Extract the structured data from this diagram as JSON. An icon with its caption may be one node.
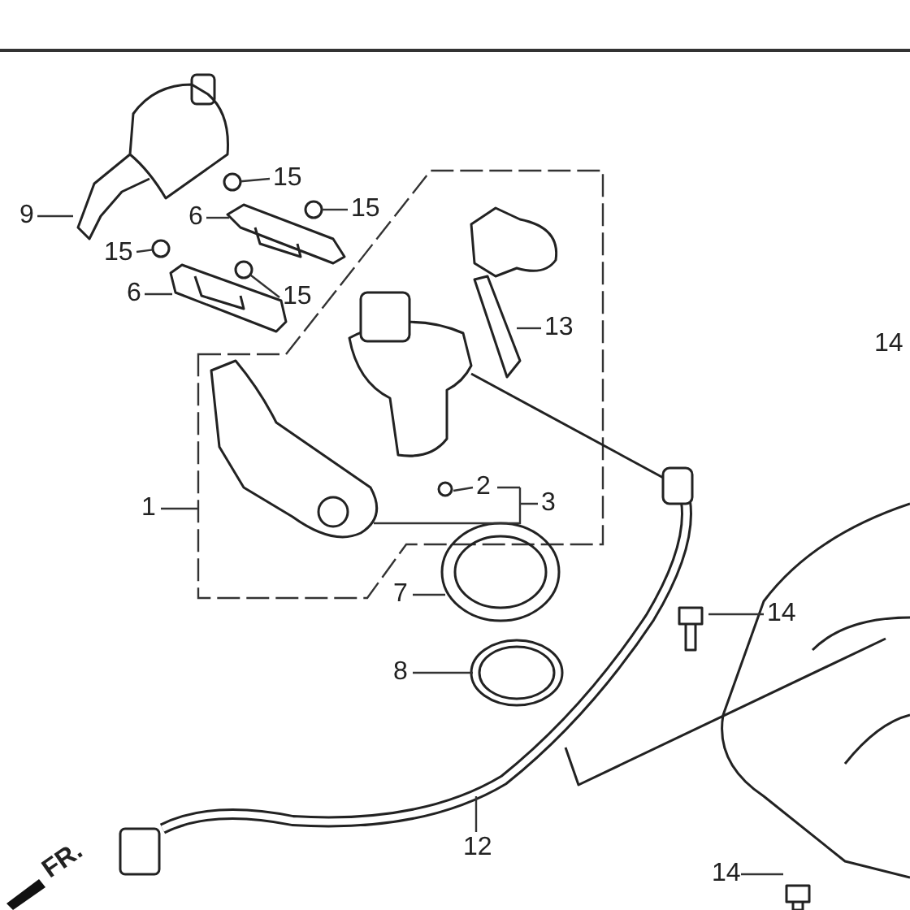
{
  "diagram": {
    "nodes": [
      {
        "text": [
          "15"
        ]
      },
      {
        "text": [
          "9"
        ]
      },
      {
        "text": [
          "6"
        ]
      },
      {
        "text": [
          "15"
        ]
      },
      {
        "text": [
          "15"
        ]
      },
      {
        "text": [
          "6"
        ]
      },
      {
        "text": [
          "15"
        ]
      },
      {
        "text": [
          "13"
        ]
      },
      {
        "text": [
          "1"
        ]
      },
      {
        "text": [
          "2"
        ]
      },
      {
        "text": [
          "3"
        ]
      },
      {
        "text": [
          "7"
        ]
      },
      {
        "text": [
          "14"
        ]
      },
      {
        "text": [
          "8"
        ]
      },
      {
        "text": [
          "12"
        ]
      },
      {
        "text": [
          "14"
        ]
      },
      {
        "text": [],
        "shape": "circle"
      },
      {
        "text": [],
        "shape": "circle"
      },
      {
        "text": [],
        "shape": "circle"
      },
      {
        "text": [],
        "shape": "circle"
      }
    ],
    "edges": [
      {
        "from": 0,
        "to": 16,
        "arrow": "none"
      },
      {
        "from": 1,
        "to": null,
        "arrow": "none"
      },
      {
        "from": 2,
        "to": null,
        "arrow": "none"
      },
      {
        "from": 3,
        "to": 17,
        "arrow": "none"
      },
      {
        "from": 4,
        "to": 18,
        "arrow": "none"
      },
      {
        "from": 5,
        "to": null,
        "arrow": "none"
      },
      {
        "from": 6,
        "to": 19,
        "arrow": "none"
      },
      {
        "from": 7,
        "to": null,
        "arrow": "none"
      },
      {
        "from": 8,
        "to": null,
        "arrow": "none"
      },
      {
        "from": 9,
        "to": null,
        "arrow": "none"
      },
      {
        "from": 10,
        "to": null,
        "arrow": "none"
      },
      {
        "from": 11,
        "to": null,
        "arrow": "none"
      },
      {
        "from": 12,
        "to": null,
        "arrow": "none"
      },
      {
        "from": 13,
        "to": null,
        "arrow": "none"
      },
      {
        "from": 14,
        "to": null,
        "arrow": "none"
      },
      {
        "from": 15,
        "to": null,
        "arrow": "none"
      }
    ],
    "labels": [
      "14",
      "FR."
    ]
  }
}
